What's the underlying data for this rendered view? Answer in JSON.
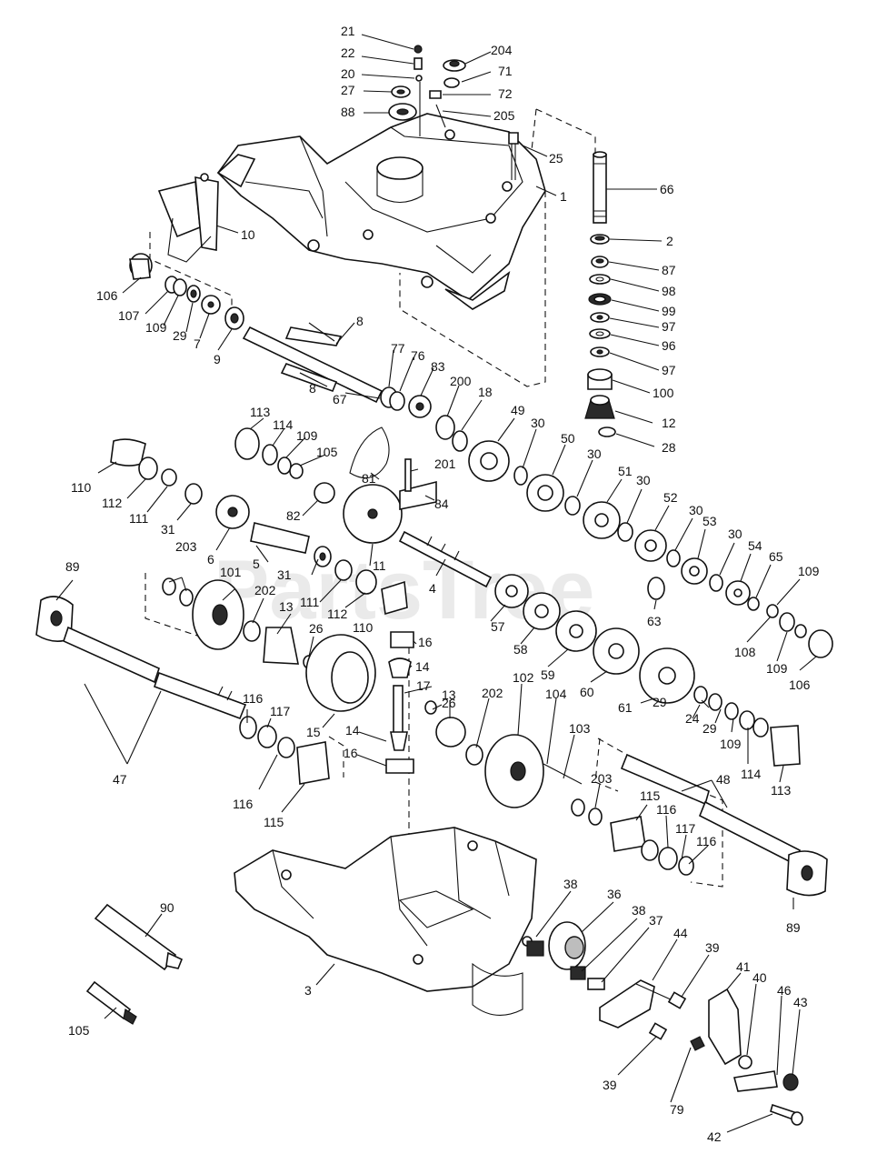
{
  "watermark": "PartsTree",
  "callouts": [
    "21",
    "22",
    "20",
    "27",
    "88",
    "204",
    "71",
    "72",
    "205",
    "25",
    "1",
    "66",
    "2",
    "87",
    "98",
    "99",
    "97",
    "96",
    "97",
    "100",
    "12",
    "28",
    "10",
    "106",
    "107",
    "109",
    "29",
    "7",
    "9",
    "8",
    "8",
    "77",
    "76",
    "83",
    "200",
    "18",
    "67",
    "113",
    "114",
    "109",
    "105",
    "49",
    "30",
    "50",
    "30",
    "51",
    "30",
    "52",
    "30",
    "53",
    "30",
    "54",
    "65",
    "109",
    "110",
    "112",
    "111",
    "31",
    "6",
    "201",
    "81",
    "84",
    "82",
    "5",
    "31",
    "111",
    "112",
    "110",
    "11",
    "4",
    "63",
    "108",
    "106",
    "109",
    "89",
    "203",
    "101",
    "202",
    "13",
    "26",
    "16",
    "14",
    "17",
    "57",
    "58",
    "59",
    "60",
    "61",
    "47",
    "116",
    "117",
    "15",
    "14",
    "16",
    "26",
    "13",
    "202",
    "102",
    "104",
    "103",
    "29",
    "24",
    "29",
    "109",
    "114",
    "113",
    "116",
    "115",
    "203",
    "115",
    "116",
    "117",
    "116",
    "48",
    "89",
    "90",
    "3",
    "105",
    "38",
    "36",
    "38",
    "37",
    "44",
    "39",
    "41",
    "40",
    "46",
    "43",
    "39",
    "79",
    "42"
  ]
}
